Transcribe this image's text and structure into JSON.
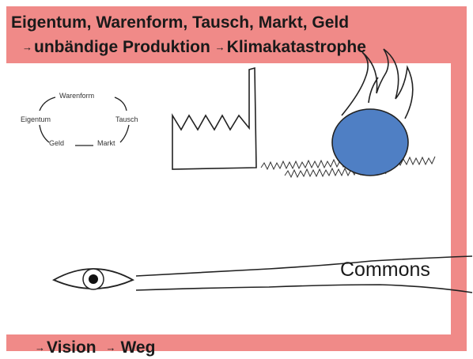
{
  "header": {
    "line1": "Eigentum, Warenform, Tausch, Markt, Geld",
    "line2_a": "unbändige Produktion",
    "line2_b": "Klimakatastrophe"
  },
  "cycle": {
    "top": "Warenform",
    "left": "Eigentum",
    "right": "Tausch",
    "bottom_left": "Geld",
    "bottom_right": "Markt"
  },
  "labels": {
    "commons": "Commons"
  },
  "footer": {
    "vision": "Vision",
    "weg": "Weg"
  },
  "arrow_glyph": "→",
  "colors": {
    "frame": "#f08a88",
    "globe": "#4f7fc4"
  }
}
